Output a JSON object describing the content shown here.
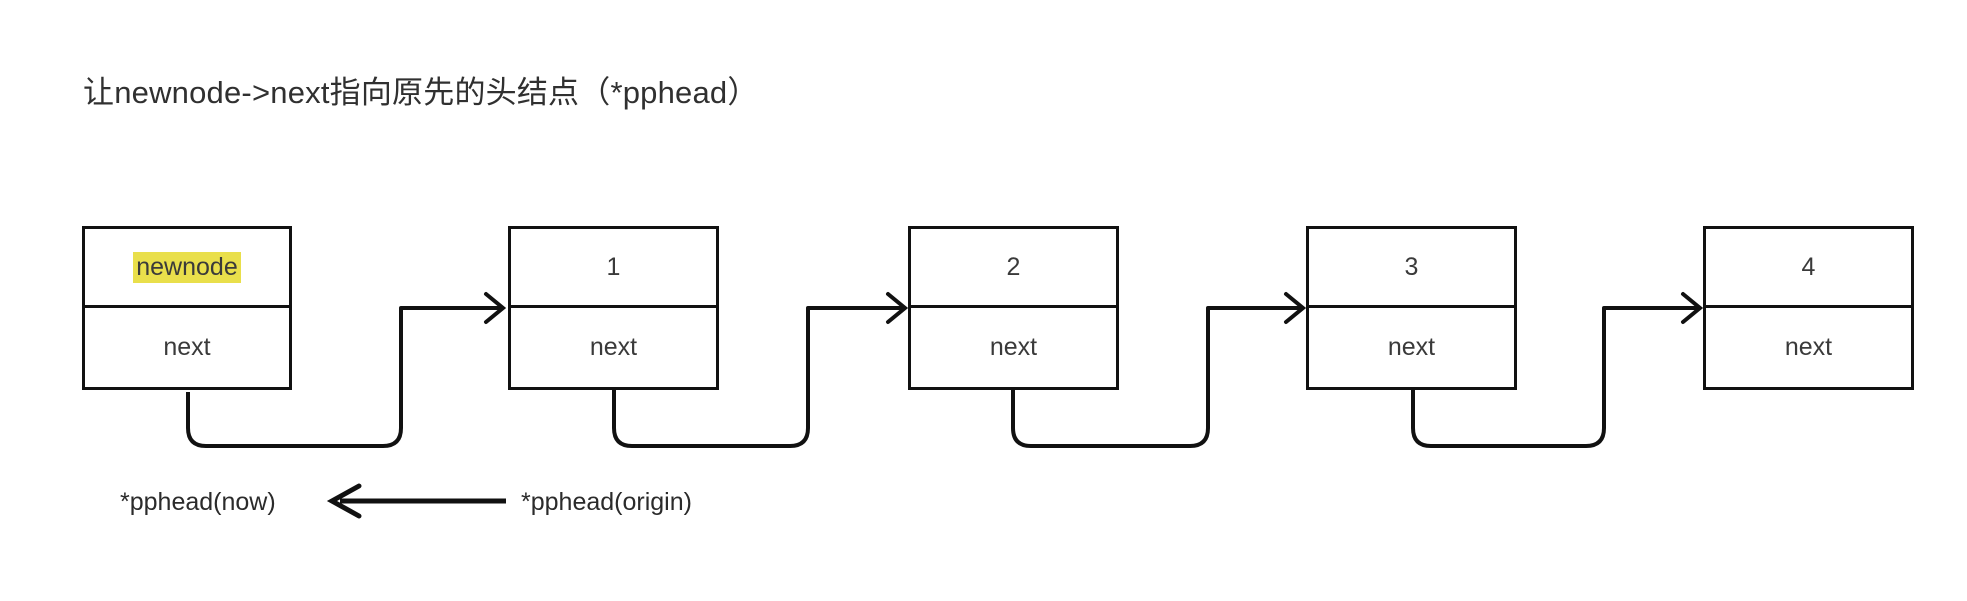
{
  "diagram": {
    "title": "让newnode->next指向原先的头结点（*pphead）",
    "background_color": "#ffffff",
    "line_color": "#111111",
    "text_color": "#2b2b2b",
    "highlight_color": "#e9df4b",
    "next_field_label": "next",
    "nodes": [
      {
        "value": "newnode",
        "next": "next",
        "highlighted": true
      },
      {
        "value": "1",
        "next": "next",
        "highlighted": false
      },
      {
        "value": "2",
        "next": "next",
        "highlighted": false
      },
      {
        "value": "3",
        "next": "next",
        "highlighted": false
      },
      {
        "value": "4",
        "next": "next",
        "highlighted": false
      }
    ],
    "pointer_labels": {
      "now": "*pphead(now)",
      "origin": "*pphead(origin)"
    }
  }
}
